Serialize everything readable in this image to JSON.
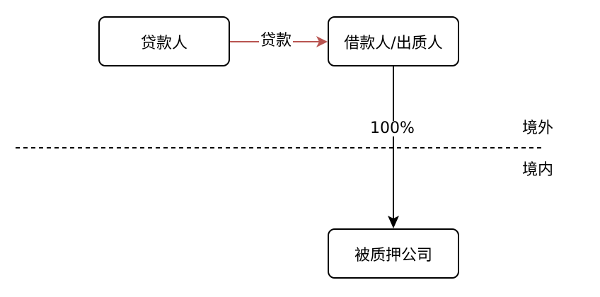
{
  "nodes": {
    "lender": "贷款人",
    "borrower": "借款人/出质人",
    "pledged_company": "被质押公司"
  },
  "edges": {
    "loan_label": "贷款",
    "ownership_label": "100%"
  },
  "border_zones": {
    "offshore": "境外",
    "onshore": "境内"
  },
  "colors": {
    "loan_arrow": "#b85450",
    "ownership_arrow": "#000000",
    "border_line": "#000000"
  }
}
